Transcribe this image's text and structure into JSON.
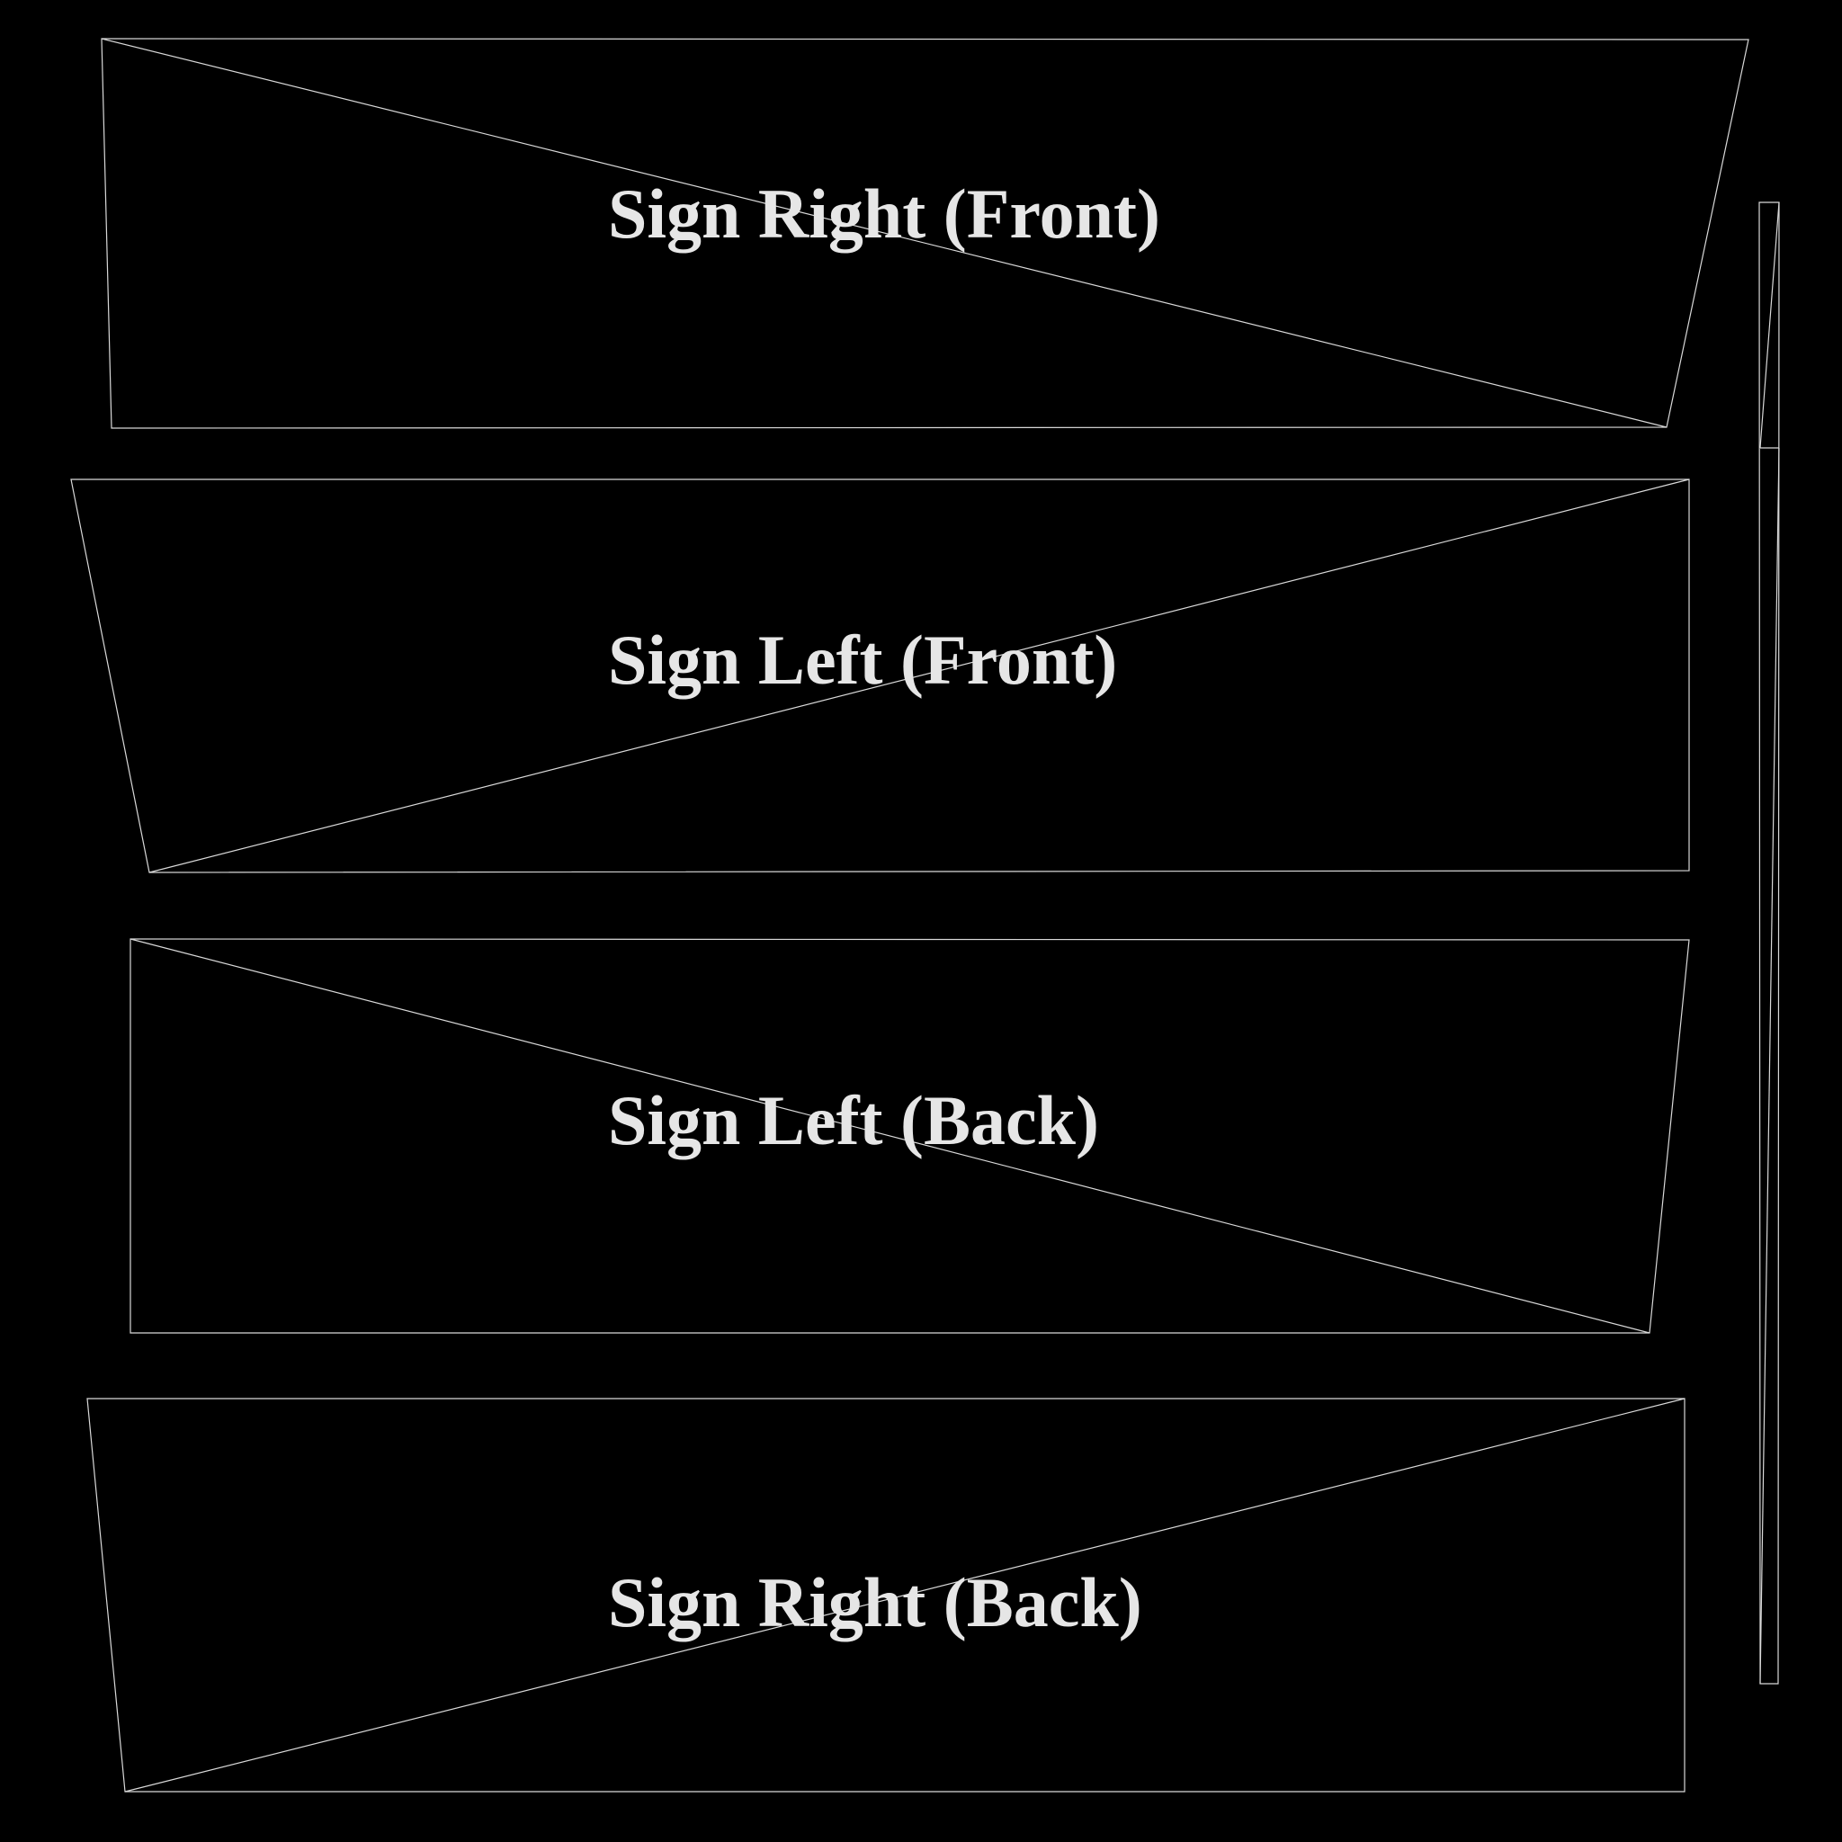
{
  "background_color": "#000000",
  "line_color": "#d9d9d9",
  "text_color": "#e6e6e6",
  "panels": [
    {
      "label": "Sign Right (Front)"
    },
    {
      "label": "Sign Left (Front)"
    },
    {
      "label": "Sign Left (Back)"
    },
    {
      "label": "Sign Right (Back)"
    }
  ]
}
